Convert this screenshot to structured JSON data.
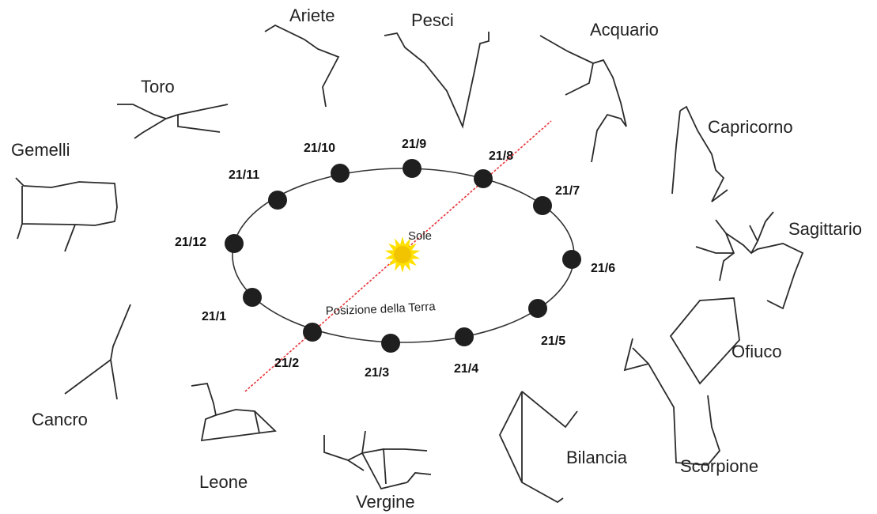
{
  "constellations": [
    {
      "key": "ariete",
      "name": "Ariete"
    },
    {
      "key": "pesci",
      "name": "Pesci"
    },
    {
      "key": "acquario",
      "name": "Acquario"
    },
    {
      "key": "toro",
      "name": "Toro"
    },
    {
      "key": "capricorno",
      "name": "Capricorno"
    },
    {
      "key": "gemelli",
      "name": "Gemelli"
    },
    {
      "key": "sagittario",
      "name": "Sagittario"
    },
    {
      "key": "ofiuco",
      "name": "Ofiuco"
    },
    {
      "key": "cancro",
      "name": "Cancro"
    },
    {
      "key": "scorpione",
      "name": "Scorpione"
    },
    {
      "key": "bilancia",
      "name": "Bilancia"
    },
    {
      "key": "leone",
      "name": "Leone"
    },
    {
      "key": "vergine",
      "name": "Vergine"
    }
  ],
  "dates": [
    "21/1",
    "21/2",
    "21/3",
    "21/4",
    "21/5",
    "21/6",
    "21/7",
    "21/8",
    "21/9",
    "21/10",
    "21/11",
    "21/12"
  ],
  "sun_label": "Sole",
  "earth_path_label": "Posizione della Terra",
  "colors": {
    "sun": "#ffe000",
    "sun_center": "#f2c400",
    "sightline": "#e8353a",
    "earth": "#1f1f1f"
  }
}
